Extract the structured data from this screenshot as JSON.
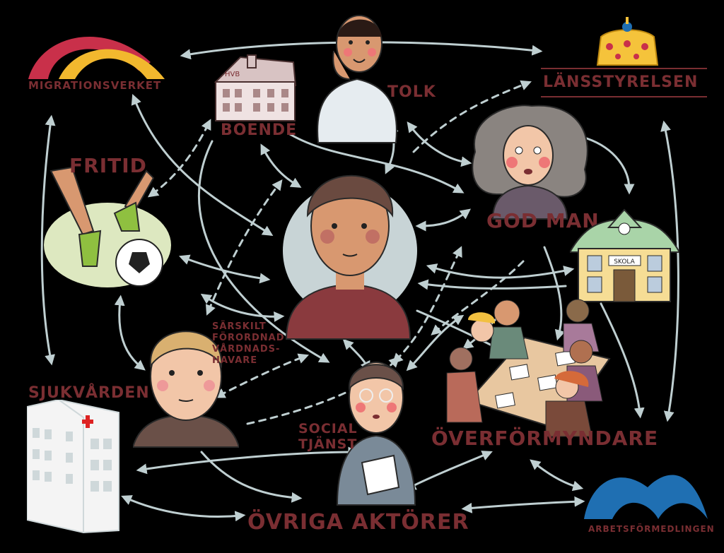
{
  "nodes": {
    "migrationsverket": "MIGRATIONSVERKET",
    "tolk": "TOLK",
    "lansstyrelsen": "LÄNSSTYRELSEN",
    "boende": "BOENDE",
    "fritid": "FRITID",
    "god_man": "GOD MAN",
    "skola": "SKOLA",
    "sarskilt": "SÄRSKILT\nFÖRORDNAD\nVÅRDNADS-\nHAVARE",
    "sjukvarden": "SJUKVÅRDEN",
    "social_tjanst": "SOCIAL\nTJÄNST",
    "overformyndare": "ÖVERFÖRMYNDARE",
    "ovriga": "ÖVRIGA AKTÖRER",
    "arbetsformedlingen": "ARBETSFÖRMEDLINGEN",
    "hvb": "HVB"
  },
  "colors": {
    "background": "#000000",
    "label": "#7a2e32",
    "arrow": "#bfcfd1",
    "rainbow_red": "#c9304a",
    "rainbow_yellow": "#f2b82e",
    "crown": "#f5c33b",
    "af_blue": "#1f6fb2"
  }
}
